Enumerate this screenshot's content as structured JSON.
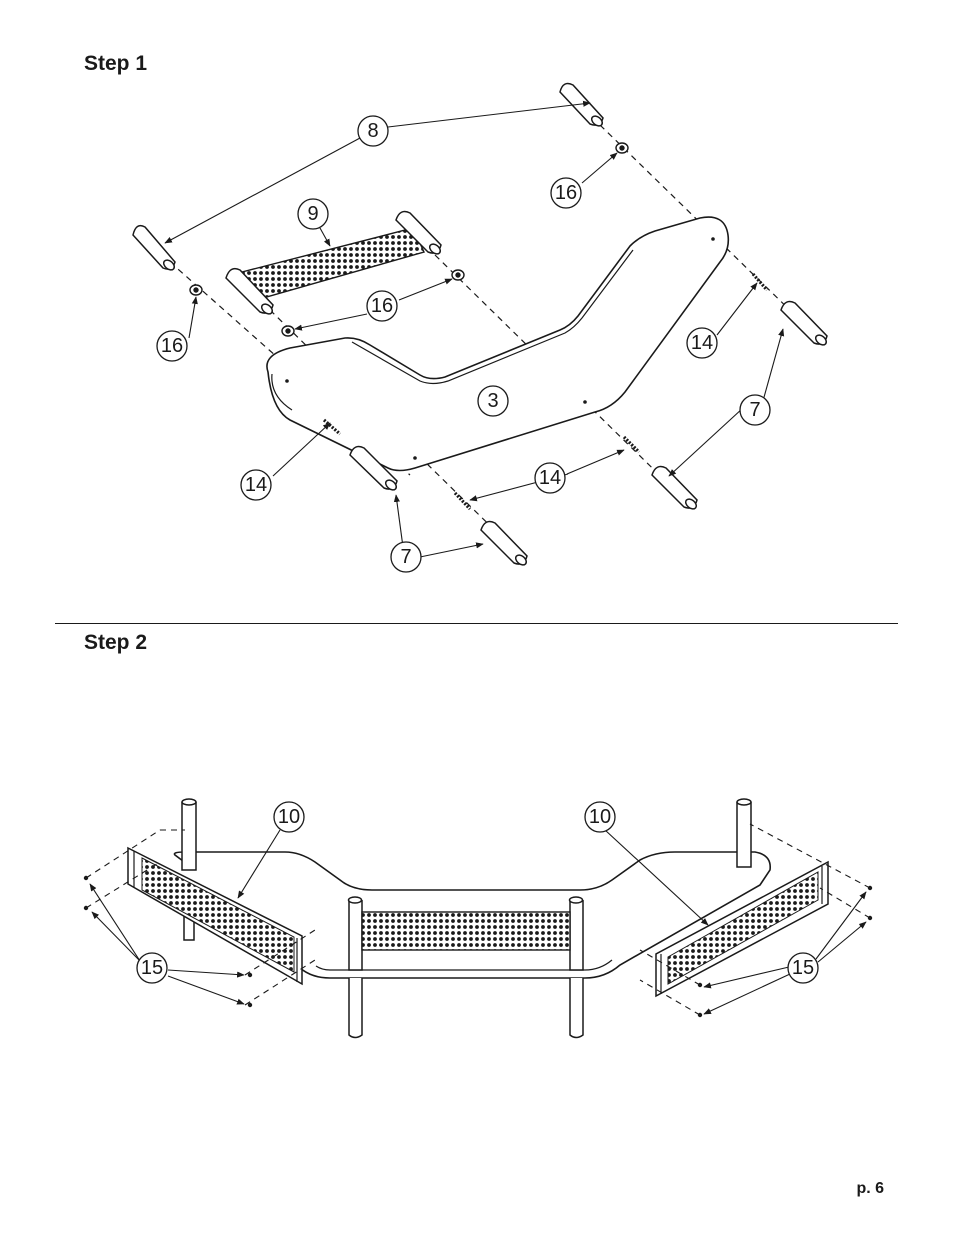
{
  "step1": {
    "title": "Step 1",
    "callouts": [
      "8",
      "9",
      "16",
      "16",
      "16",
      "3",
      "14",
      "14",
      "14",
      "7",
      "7"
    ]
  },
  "step2": {
    "title": "Step 2",
    "callouts": [
      "10",
      "10",
      "15",
      "15"
    ]
  },
  "page_number": "p. 6"
}
